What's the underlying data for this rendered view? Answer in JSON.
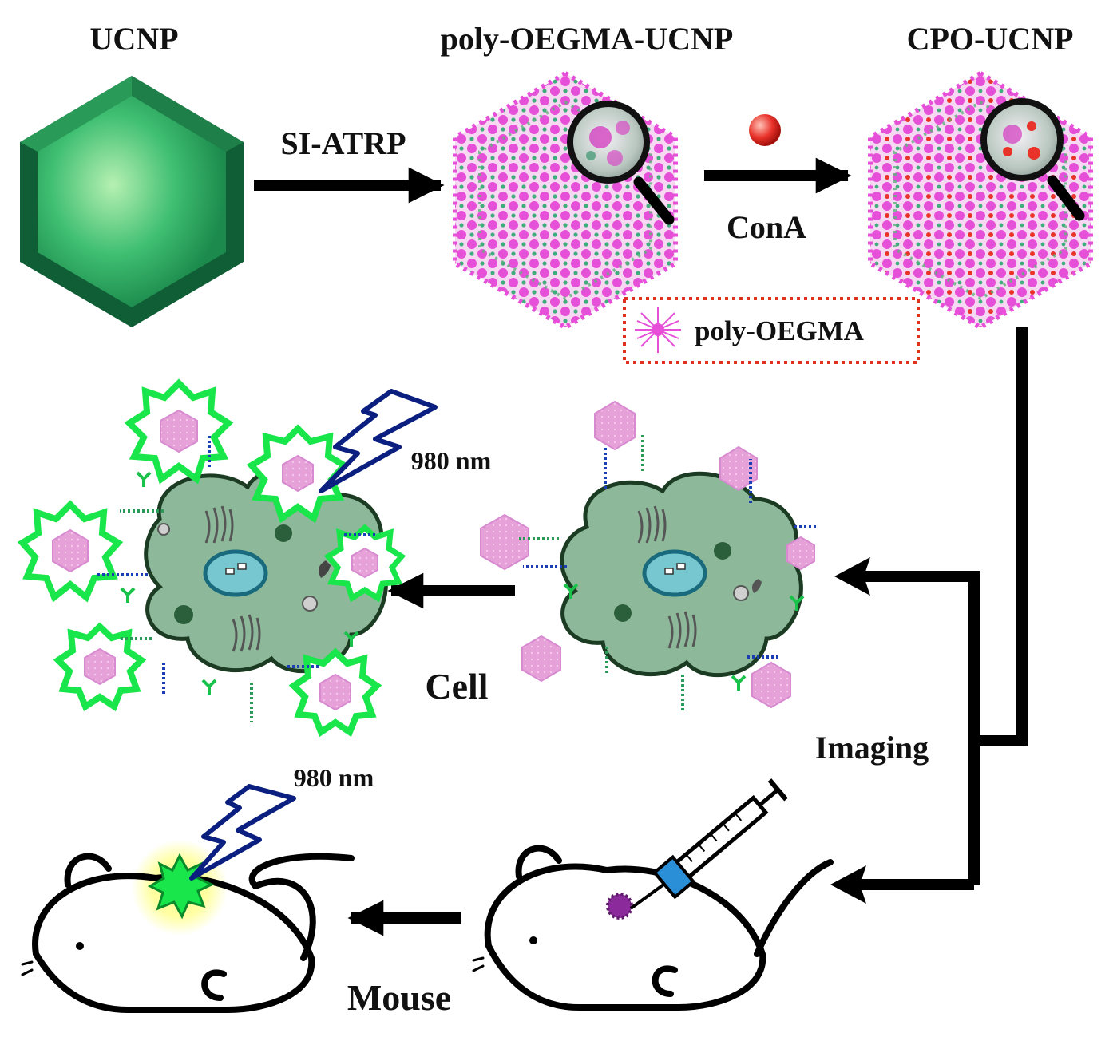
{
  "labels": {
    "ucnp": "UCNP",
    "poly_oegma_ucnp": "poly-OEGMA-UCNP",
    "cpo_ucnp": "CPO-UCNP",
    "si_atrp": "SI-ATRP",
    "cona": "ConA",
    "legend_poly_oegma": "poly-OEGMA",
    "nm_cell": "980 nm",
    "nm_mouse": "980 nm",
    "cell": "Cell",
    "imaging": "Imaging",
    "mouse": "Mouse"
  },
  "colors": {
    "ucnp_green": "#27a35a",
    "ucnp_dark": "#0f5e35",
    "polymer_pink": "#e64fd8",
    "cona_red": "#e8322a",
    "cell_fill": "#8db99a",
    "cell_stroke": "#1b3b22",
    "nanoparticle_pink": "#e6a2d8",
    "glow_green": "#19e64a",
    "laser_blue": "#0a1f80",
    "legend_border": "#e0301e"
  }
}
